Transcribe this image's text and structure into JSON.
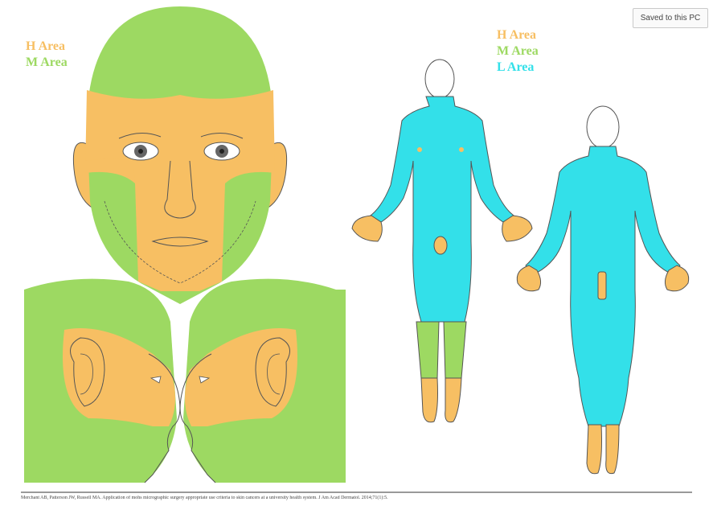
{
  "colors": {
    "h_area": "#F7BF63",
    "m_area": "#9DD962",
    "l_area": "#33E0E9",
    "outline": "#555555"
  },
  "legend_left": {
    "h_area": "H Area",
    "m_area": "M Area"
  },
  "legend_right": {
    "h_area": "H Area",
    "m_area": "M Area",
    "l_area": "L Area"
  },
  "status": {
    "saved": "Saved to this PC"
  },
  "citation": "Merchant AB, Patterson JW, Russell MA. Application of mohs micrographic surgery appropriate use criteria to skin cancers at a university health system. J Am Acad Dermatol. 2014;71(1):5."
}
